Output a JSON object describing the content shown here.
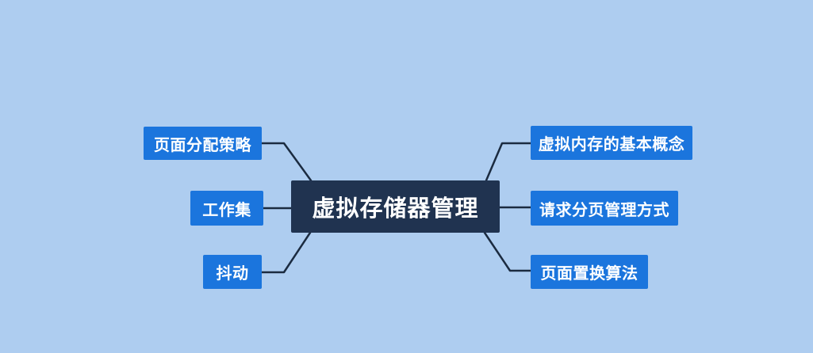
{
  "diagram": {
    "type": "mindmap",
    "colors": {
      "background": "#aecdf0",
      "branch": "#1b75dd",
      "center": "#203350",
      "line": "#1b2b40",
      "text": "#ffffff"
    },
    "center": {
      "label": "虚拟存储器管理"
    },
    "left_nodes": [
      {
        "label": "页面分配策略"
      },
      {
        "label": "工作集"
      },
      {
        "label": "抖动"
      }
    ],
    "right_nodes": [
      {
        "label": "虚拟内存的基本概念"
      },
      {
        "label": "请求分页管理方式"
      },
      {
        "label": "页面置换算法"
      }
    ]
  }
}
